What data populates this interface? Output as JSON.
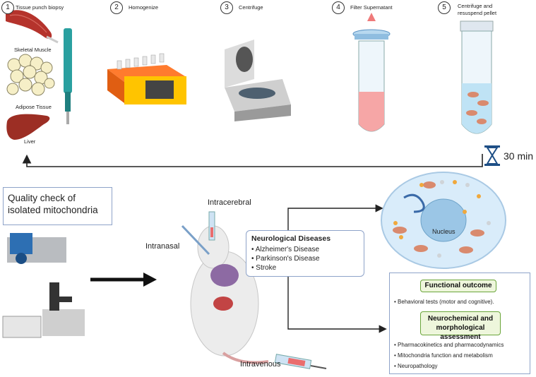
{
  "steps": [
    {
      "num": "1",
      "label": "Tissue punch biopsy"
    },
    {
      "num": "2",
      "label": "Homogenize"
    },
    {
      "num": "3",
      "label": "Centrifuge"
    },
    {
      "num": "4",
      "label": "Filter Supernatant"
    },
    {
      "num": "5",
      "label_line1": "Centrifuge and",
      "label_line2": "resuspend pellet"
    }
  ],
  "tissues": [
    "Skeletal Muscle",
    "Adipose Tissue",
    "Liver"
  ],
  "timer": "30 min",
  "quality_check": {
    "line1": "Quality check of",
    "line2": "isolated mitochondria"
  },
  "routes": {
    "intracerebral": "Intracerebral",
    "intranasal": "Intranasal",
    "intravenous": "Intravenous"
  },
  "neuro": {
    "title": "Neurological Diseases",
    "items": [
      "Alzheimer's Disease",
      "Parkinson's Disease",
      "Stroke"
    ]
  },
  "cell": {
    "nucleus_label": "Nucleus"
  },
  "outcomes": {
    "functional_title": "Functional outcome",
    "functional_items": [
      "Behavioral tests (motor and cognitive)."
    ],
    "neuro_title_line1": "Neurochemical and",
    "neuro_title_line2": "morphological assessment",
    "neuro_items": [
      "Pharmacokinetics and pharmacodynamics",
      "Mitochondria function and metabolism",
      "Neuropathology"
    ]
  },
  "colors": {
    "box_border": "#8ea3c9",
    "green_border": "#6aa53a",
    "green_fill": "#eef6dc",
    "arrow": "#222222"
  }
}
